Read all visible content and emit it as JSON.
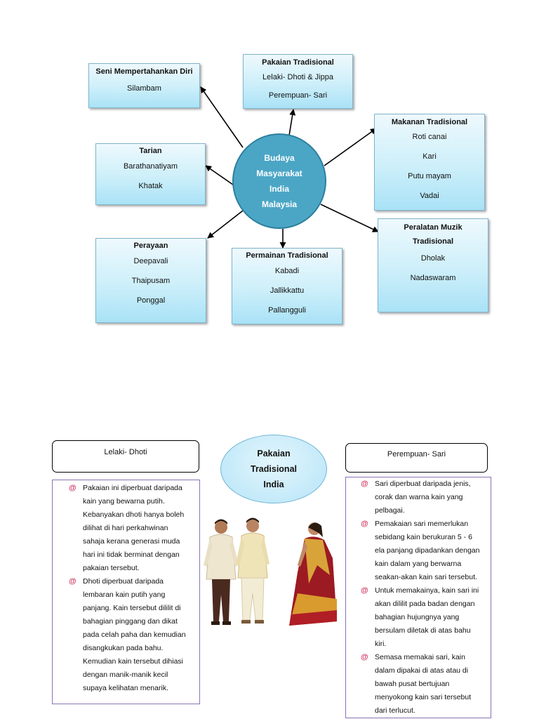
{
  "mindmap": {
    "center": [
      "Budaya",
      "Masyarakat",
      "India",
      "Malaysia"
    ],
    "nodes": {
      "seni": {
        "title": "Seni Mempertahankan Diri",
        "items": [
          "Silambam"
        ]
      },
      "pakaian": {
        "title": "Pakaian Tradisional",
        "items": [
          "Lelaki- Dhoti & Jippa",
          "Perempuan- Sari"
        ]
      },
      "makanan": {
        "title": "Makanan Tradisional",
        "items": [
          "Roti canai",
          "Kari",
          "Putu mayam",
          "Vadai"
        ]
      },
      "tarian": {
        "title": "Tarian",
        "items": [
          "Barathanatiyam",
          "Khatak"
        ]
      },
      "perayaan": {
        "title": "Perayaan",
        "items": [
          "Deepavali",
          "Thaipusam",
          "Ponggal"
        ]
      },
      "permainan": {
        "title": "Permainan Tradisional",
        "items": [
          "Kabadi",
          "Jallikkattu",
          "Pallangguli"
        ]
      },
      "muzik": {
        "title": "Peralatan Muzik Tradisional",
        "items": [
          "Dholak",
          "Nadaswaram"
        ]
      }
    },
    "colors": {
      "box_fill": "#bfeaf9",
      "center_fill": "#4ba6c6",
      "arrow": "#000000"
    }
  },
  "pakaian": {
    "title": [
      "Pakaian",
      "Tradisional",
      "India"
    ],
    "left_header": "Lelaki- Dhoti",
    "right_header": "Perempuan- Sari",
    "left_points": [
      [
        "Pakaian ini diperbuat daripada",
        "kain yang bewarna putih.",
        "Kebanyakan dhoti hanya boleh",
        "dilihat di hari perkahwinan",
        "sahaja kerana generasi muda",
        "hari ini tidak berminat dengan",
        "pakaian tersebut."
      ],
      [
        "Dhoti diperbuat daripada",
        "lembaran kain putih yang",
        "panjang. Kain tersebut dililit di",
        "bahagian pinggang dan dikat",
        "pada celah paha dan kemudian",
        "disangkukan pada bahu.",
        "Kemudian kain tersebut dihiasi",
        "dengan manik-manik kecil",
        "supaya kelihatan menarik."
      ]
    ],
    "right_points": [
      [
        "Sari diperbuat daripada jenis,",
        "corak dan warna kain yang",
        "pelbagai."
      ],
      [
        "Pemakaian sari memerlukan",
        "sebidang kain berukuran 5 - 6",
        "ela panjang dipadankan dengan",
        "kain dalam yang berwarna",
        "seakan-akan kain sari tersebut."
      ],
      [
        "Untuk memakainya, kain sari ini",
        "akan dililit pada badan dengan",
        "bahagian hujungnya yang",
        "bersulam diletak di atas bahu",
        "kiri."
      ],
      [
        "Semasa memakai sari, kain",
        "dalam dipakai di atas atau di",
        "bawah pusat bertujuan",
        "menyokong kain sari tersebut",
        "dari terlucut."
      ]
    ],
    "bullet_icon": "spiral-bullet-icon",
    "colors": {
      "panel_border": "#8a72b6",
      "bullet": "#d23a64"
    }
  }
}
